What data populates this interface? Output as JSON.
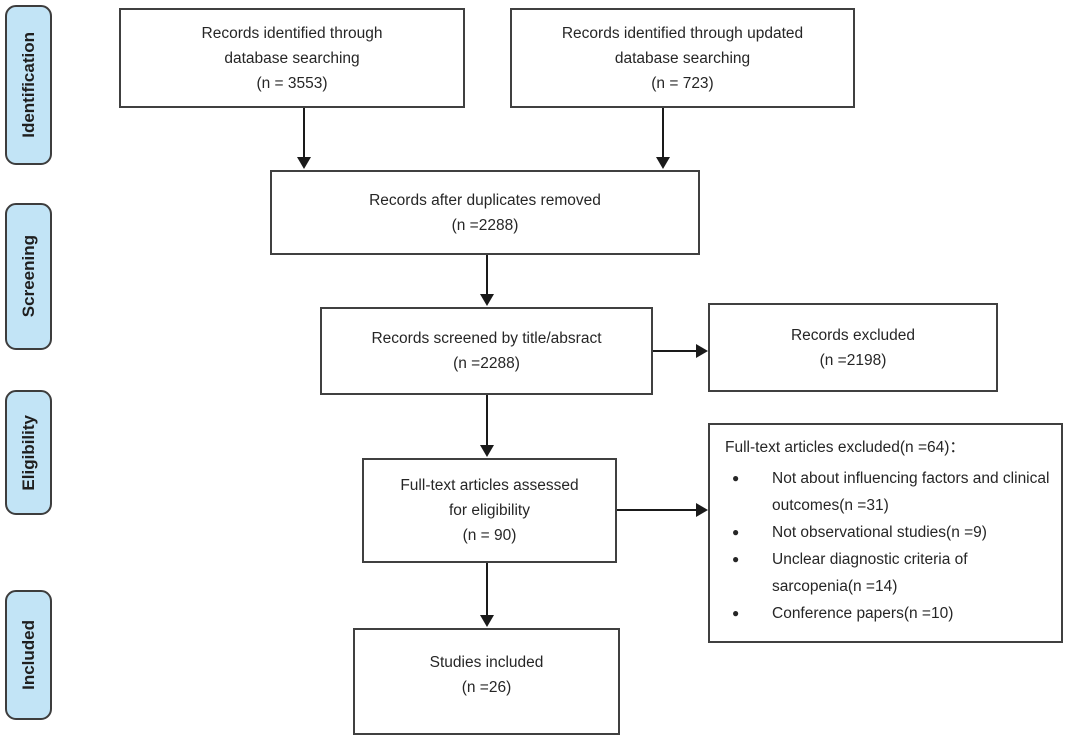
{
  "figure": {
    "stages": [
      {
        "label": "Identification"
      },
      {
        "label": "Screening"
      },
      {
        "label": "Eligibility"
      },
      {
        "label": "Included"
      }
    ],
    "boxes": {
      "identified_db": {
        "lines": [
          "Records identified through",
          "database searching",
          "(n = 3553)"
        ]
      },
      "identified_updated": {
        "lines": [
          "Records identified through updated",
          "database searching",
          "(n = 723)"
        ]
      },
      "duplicates_removed": {
        "lines": [
          "Records after duplicates removed",
          "(n =2288)"
        ]
      },
      "screened": {
        "lines": [
          "Records screened by title/absract",
          "(n =2288)"
        ]
      },
      "records_excluded": {
        "lines": [
          "Records excluded",
          "(n =2198)"
        ]
      },
      "fulltext_assessed": {
        "lines": [
          "Full-text articles assessed",
          "for eligibility",
          "(n = 90)"
        ]
      },
      "fulltext_excluded": {
        "title": "Full-text articles excluded(n =64)：",
        "bullet": "●",
        "items": [
          {
            "text": "Not about influencing factors and clinical outcomes(n =31)"
          },
          {
            "text": "Not observational studies(n =9)"
          },
          {
            "text": "Unclear diagnostic criteria of sarcopenia(n =14)"
          },
          {
            "text": "Conference papers(n =10)"
          }
        ]
      },
      "studies_included": {
        "lines": [
          "Studies included",
          "(n =26)"
        ]
      }
    },
    "colors": {
      "stage_fill": "#C2E4F6",
      "stage_border": "#3D3D3D",
      "box_border": "#404040",
      "arrow": "#1A1A1A",
      "text": "#262626"
    }
  }
}
